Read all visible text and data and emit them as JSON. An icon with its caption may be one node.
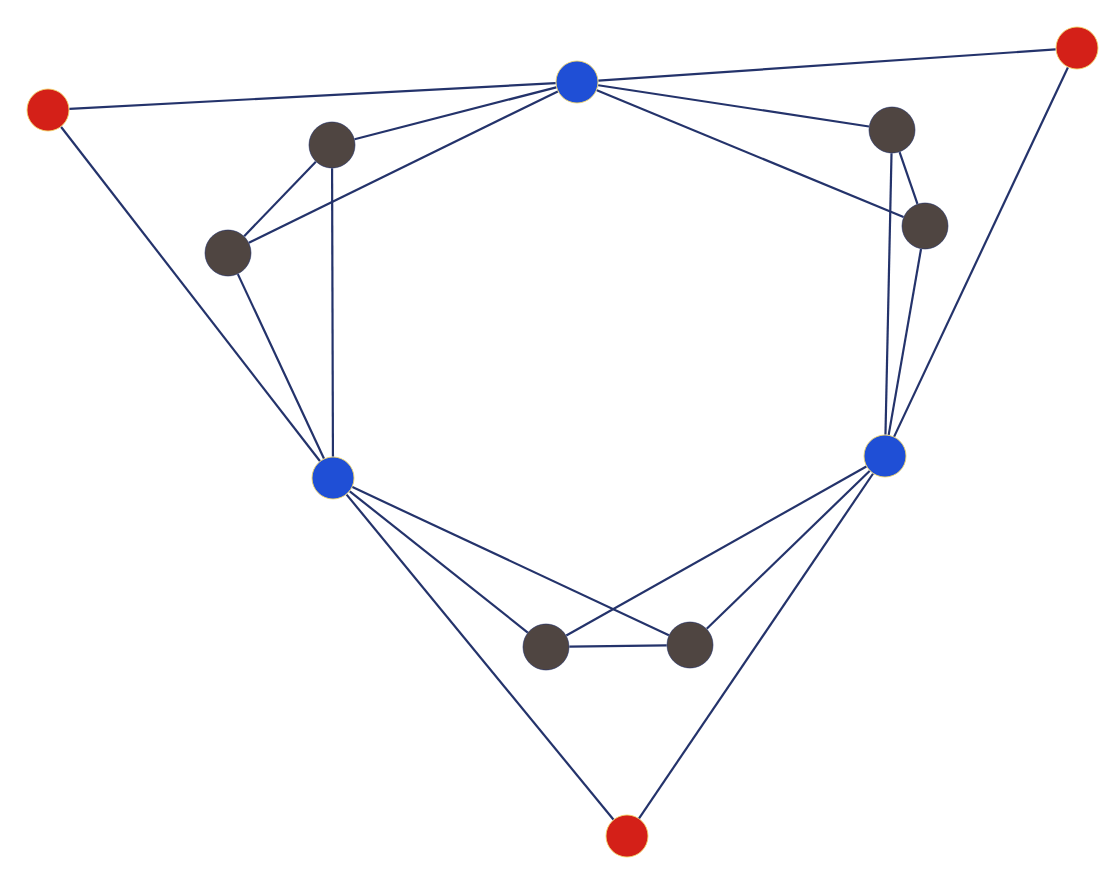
{
  "diagram": {
    "nodes": [
      {
        "text": [],
        "shape": "circle"
      },
      {
        "text": [],
        "shape": "circle"
      },
      {
        "text": [],
        "shape": "circle"
      },
      {
        "text": [],
        "shape": "circle"
      },
      {
        "text": [],
        "shape": "circle"
      },
      {
        "text": [],
        "shape": "circle"
      },
      {
        "text": [],
        "shape": "circle"
      },
      {
        "text": [],
        "shape": "circle"
      },
      {
        "text": [],
        "shape": "circle"
      },
      {
        "text": [],
        "shape": "circle"
      },
      {
        "text": [],
        "shape": "circle"
      },
      {
        "text": [],
        "shape": "circle"
      }
    ],
    "edges": [
      {
        "from": 0,
        "to": 1,
        "arrow": "none"
      },
      {
        "from": 1,
        "to": 2,
        "arrow": "none"
      },
      {
        "from": 0,
        "to": 7,
        "arrow": "none"
      },
      {
        "from": 2,
        "to": 8,
        "arrow": "none"
      },
      {
        "from": 1,
        "to": 3,
        "arrow": "none"
      },
      {
        "from": 1,
        "to": 4,
        "arrow": "none"
      },
      {
        "from": 3,
        "to": 4,
        "arrow": "none"
      },
      {
        "from": 3,
        "to": 7,
        "arrow": "none"
      },
      {
        "from": 4,
        "to": 7,
        "arrow": "none"
      },
      {
        "from": 1,
        "to": 5,
        "arrow": "none"
      },
      {
        "from": 1,
        "to": 6,
        "arrow": "none"
      },
      {
        "from": 5,
        "to": 6,
        "arrow": "none"
      },
      {
        "from": 5,
        "to": 8,
        "arrow": "none"
      },
      {
        "from": 6,
        "to": 8,
        "arrow": "none"
      },
      {
        "from": 7,
        "to": 9,
        "arrow": "none"
      },
      {
        "from": 7,
        "to": 10,
        "arrow": "none"
      },
      {
        "from": 8,
        "to": 9,
        "arrow": "none"
      },
      {
        "from": 8,
        "to": 10,
        "arrow": "none"
      },
      {
        "from": 9,
        "to": 10,
        "arrow": "none"
      },
      {
        "from": 7,
        "to": 11,
        "arrow": "none"
      },
      {
        "from": 8,
        "to": 11,
        "arrow": "none"
      }
    ]
  }
}
